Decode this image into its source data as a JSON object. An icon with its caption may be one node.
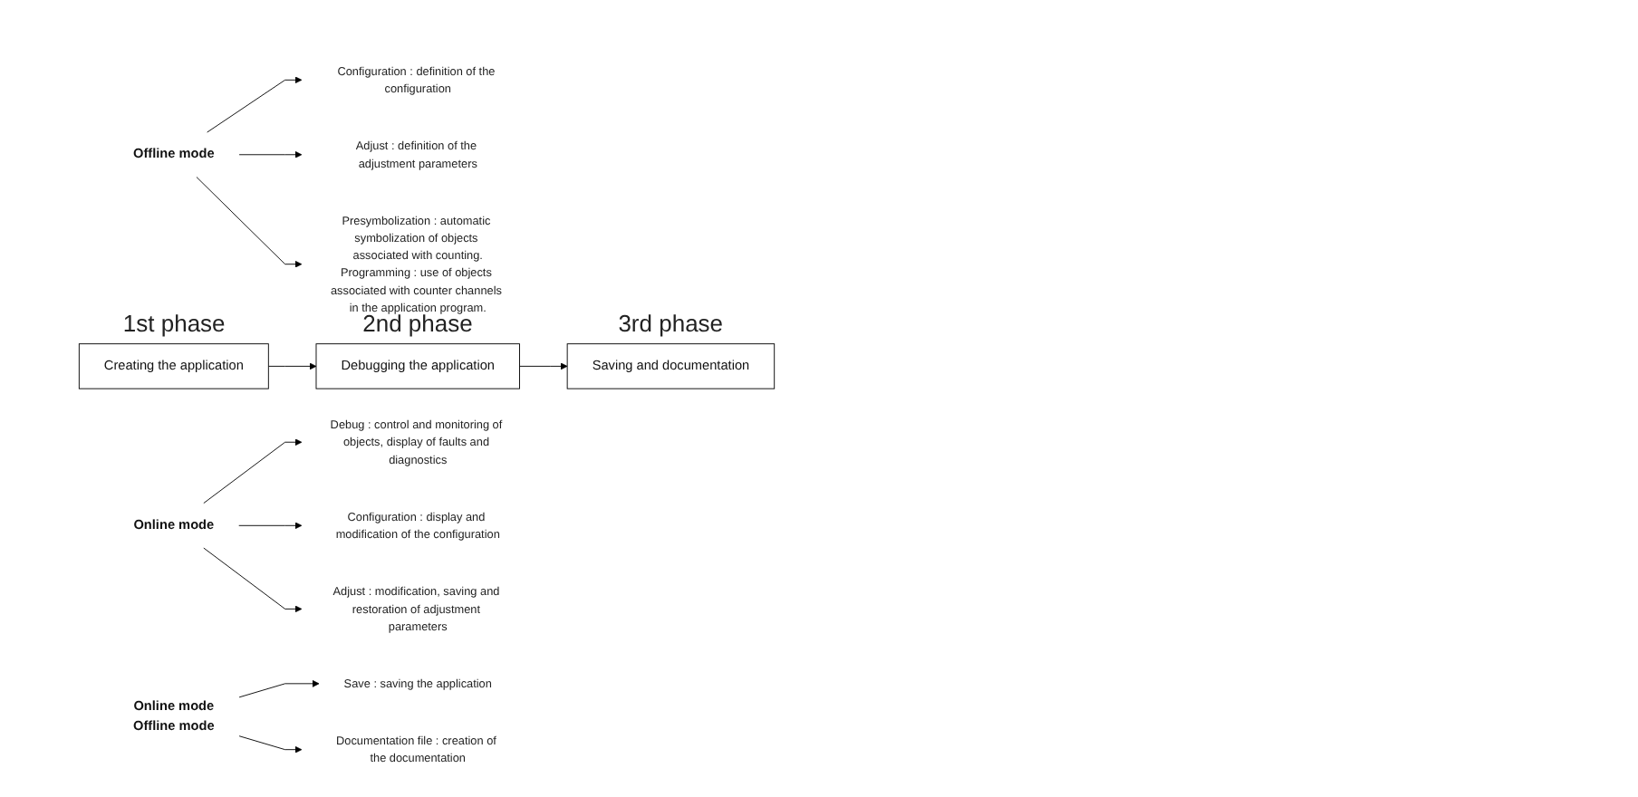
{
  "diagram": {
    "nodes": [
      {
        "text": [
          "Creating the application"
        ],
        "beside": [
          "1st phase"
        ]
      },
      {
        "text": [
          "Offline mode"
        ]
      },
      {
        "text": [
          "Configuration : definition of the configuration"
        ]
      },
      {
        "text": [
          "Adjust : definition of the adjustment parameters"
        ]
      },
      {
        "text": [
          "Presymbolization : automatic symbolization of objects associated with counting.",
          "Programming : use of objects associated with counter channels in the application program."
        ]
      },
      {
        "text": [
          "Debugging the application"
        ],
        "beside": [
          "2nd phase"
        ]
      },
      {
        "text": [
          "Online mode"
        ]
      },
      {
        "text": [
          "Debug : control and monitoring of objects, display of faults and diagnostics"
        ]
      },
      {
        "text": [
          "Configuration : display and modification of the configuration"
        ]
      },
      {
        "text": [
          "Adjust : modification, saving and restoration of adjustment parameters"
        ]
      },
      {
        "text": [
          "Saving and documentation"
        ],
        "beside": [
          "3rd phase"
        ]
      },
      {
        "text": [
          "Online mode",
          "Offline mode"
        ]
      },
      {
        "text": [
          "Save : saving the application"
        ]
      },
      {
        "text": [
          "Documentation file : creation of the documentation"
        ]
      }
    ],
    "edges": [
      {
        "from": 0,
        "to": 5,
        "arrow": "to"
      },
      {
        "from": 5,
        "to": 10,
        "arrow": "to"
      },
      {
        "from": 1,
        "to": 2,
        "arrow": "to"
      },
      {
        "from": 1,
        "to": 3,
        "arrow": "to"
      },
      {
        "from": 1,
        "to": 4,
        "arrow": "to"
      },
      {
        "from": 6,
        "to": 7,
        "arrow": "to"
      },
      {
        "from": 6,
        "to": 8,
        "arrow": "to"
      },
      {
        "from": 6,
        "to": 9,
        "arrow": "to"
      },
      {
        "from": 11,
        "to": 12,
        "arrow": "to"
      },
      {
        "from": 11,
        "to": 13,
        "arrow": "to"
      }
    ]
  }
}
